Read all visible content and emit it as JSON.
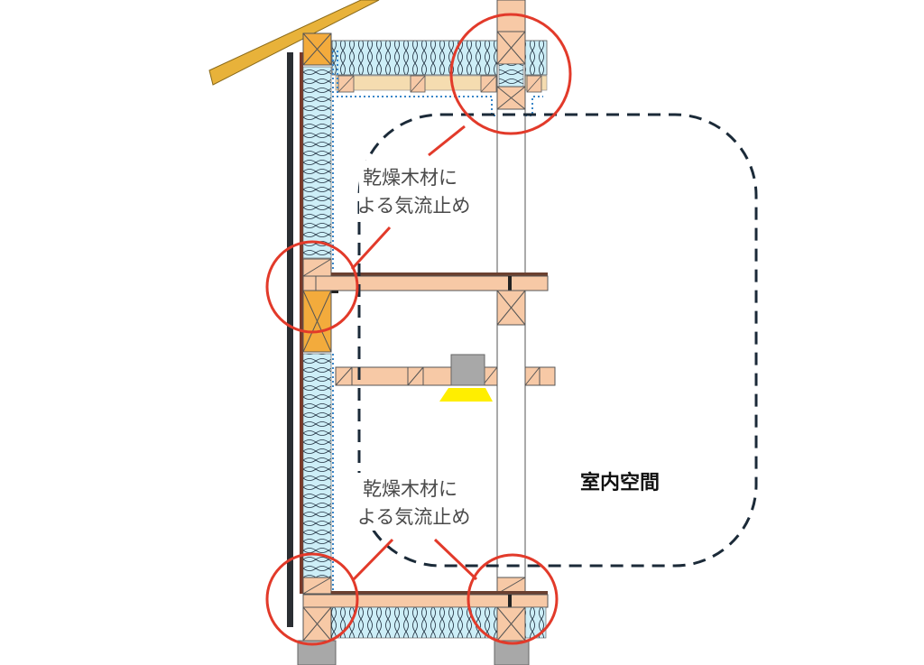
{
  "labels": {
    "upper_note_line1": "乾燥木材に",
    "upper_note_line2": "よる気流止め",
    "lower_note_line1": "乾燥木材に",
    "lower_note_line2": "よる気流止め",
    "room": "室内空間"
  },
  "colors": {
    "timber": "#f7c9a6",
    "structural_timber": "#f3ab3c",
    "insulation": "#cdeef7",
    "highlight": "#e23a2a",
    "boundary": "#1b2a38",
    "roof": "#e8b23a",
    "light": "#ffee00"
  }
}
